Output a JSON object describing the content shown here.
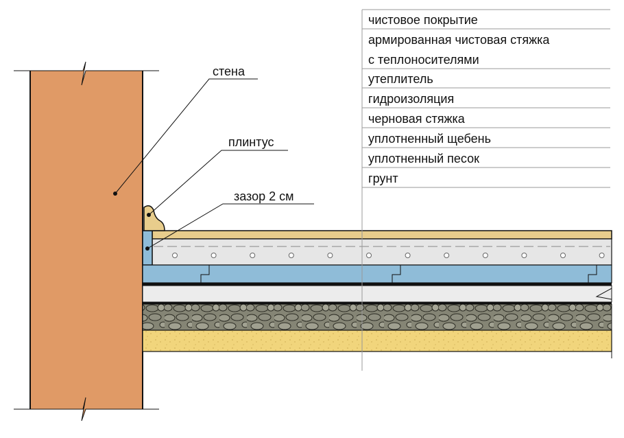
{
  "callouts": {
    "wall": "стена",
    "baseboard": "плинтус",
    "gap": "зазор 2 см"
  },
  "legend": {
    "items": [
      "чистовое покрытие",
      "армированная чистовая стяжка",
      "с теплоносителями",
      "утеплитель",
      "гидроизоляция",
      "черновая стяжка",
      "уплотненный щебень",
      "уплотненный песок",
      "грунт"
    ]
  },
  "colors": {
    "wall": "#e09a66",
    "finish": "#e8cd8c",
    "screed": "#e6e6e6",
    "insulation": "#8fbcd8",
    "rough_screed": "#ececec",
    "gravel": "#858575",
    "sand": "#f1d57c",
    "line": "#111111"
  }
}
